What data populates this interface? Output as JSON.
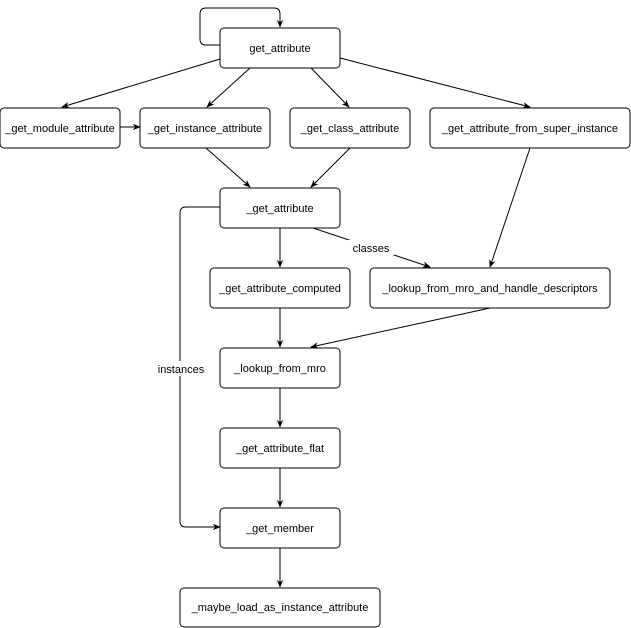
{
  "nodes": {
    "get_attribute": "get_attribute",
    "get_module_attribute": "_get_module_attribute",
    "get_instance_attribute": "_get_instance_attribute",
    "get_class_attribute": "_get_class_attribute",
    "get_attribute_from_super_instance": "_get_attribute_from_super_instance",
    "inner_get_attribute": "_get_attribute",
    "get_attribute_computed": "_get_attribute_computed",
    "lookup_from_mro_and_handle_descriptors": "_lookup_from_mro_and_handle_descriptors",
    "lookup_from_mro": "_lookup_from_mro",
    "get_attribute_flat": "_get_attribute_flat",
    "get_member": "_get_member",
    "maybe_load_as_instance_attribute": "_maybe_load_as_instance_attribute"
  },
  "edge_labels": {
    "classes": "classes",
    "instances": "instances"
  }
}
